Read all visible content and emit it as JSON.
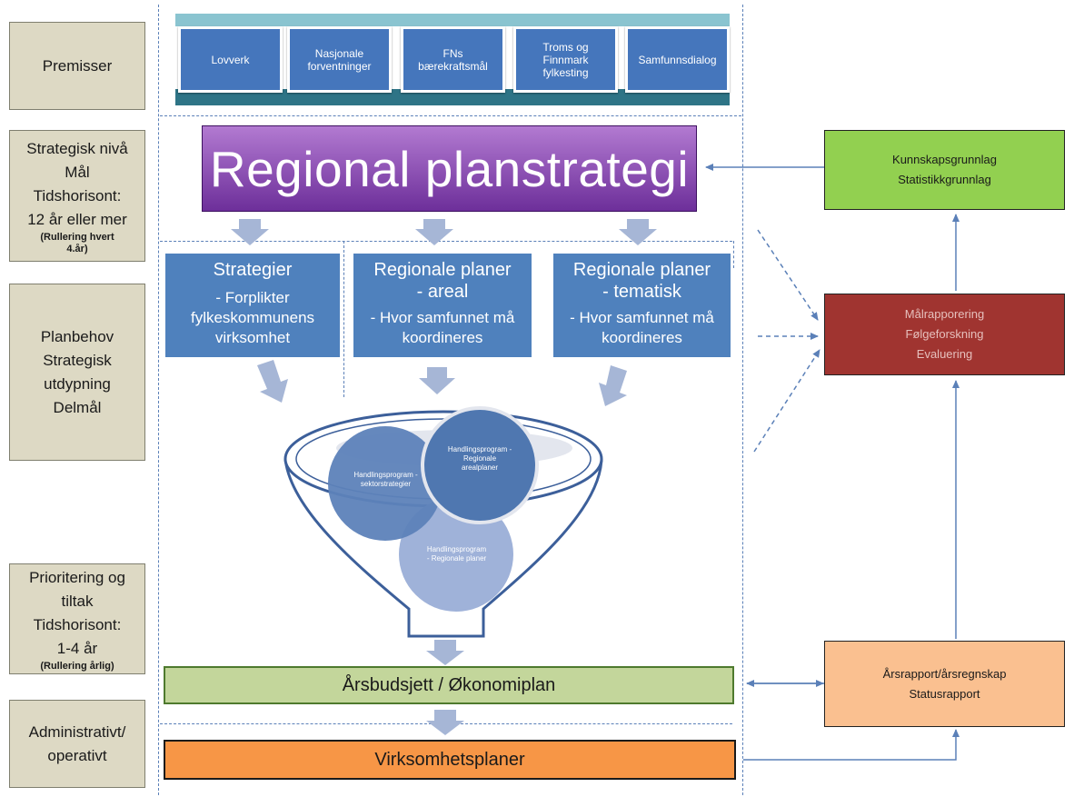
{
  "left_labels": {
    "premisser": "Premisser",
    "strategisk": {
      "lines": [
        "Strategisk nivå",
        "Mål",
        "Tidshorisont:",
        "12 år eller mer"
      ],
      "note": [
        "(Rullering hvert",
        "4.år)"
      ]
    },
    "planbehov": [
      "Planbehov",
      "Strategisk",
      "utdypning",
      "Delmål"
    ],
    "prioritering": {
      "lines": [
        "Prioritering og",
        "tiltak",
        "Tidshorisont:",
        "1-4 år"
      ],
      "note": "(Rullering årlig)"
    },
    "administrativt": [
      "Administrativt/",
      "operativt"
    ]
  },
  "premisser_boxes": [
    [
      "Lovverk"
    ],
    [
      "Nasjonale",
      "forventninger"
    ],
    [
      "FNs",
      "bærekraftsmål"
    ],
    [
      "Troms og",
      "Finnmark",
      "fylkesting"
    ],
    [
      "Samfunnsdialog"
    ]
  ],
  "regional_planstrategi": "Regional planstrategi",
  "blue_boxes": [
    {
      "title": [
        "Strategier"
      ],
      "sub": [
        "- Forplikter",
        "fylkeskommunens",
        "virksomhet"
      ]
    },
    {
      "title": [
        "Regionale planer",
        "- areal"
      ],
      "sub": [
        "- Hvor samfunnet må",
        "koordineres"
      ]
    },
    {
      "title": [
        "Regionale planer",
        "- tematisk"
      ],
      "sub": [
        "- Hvor samfunnet må",
        "koordineres"
      ]
    }
  ],
  "funnel_circles": {
    "left": [
      "Handlingsprogram -",
      "sektorstrategier"
    ],
    "right": [
      "Handlingsprogram -",
      "Regionale",
      "arealplaner"
    ],
    "bottom": [
      "Handlingsprogram",
      "- Regionale planer"
    ]
  },
  "arsbudsjett": "Årsbudsjett / Økonomiplan",
  "virksomhetsplaner": "Virksomhetsplaner",
  "right_boxes": {
    "kunnskap": [
      "Kunnskapsgrunnlag",
      "Statistikkgrunnlag"
    ],
    "malrapportering": [
      "Målrapporering",
      "Følgeforskning",
      "Evaluering"
    ],
    "arsrapport": [
      "Årsrapport/årsregnskap",
      "Statusrapport"
    ]
  },
  "colors": {
    "side_label": "#ddd9c4",
    "premiss_box": "#4576bc",
    "planstrategi": "#7a3ba5",
    "blue_box": "#4f81bd",
    "arsbudsjett": "#c3d69b",
    "virksomhetsplaner": "#f79646",
    "kunnskap": "#92d050",
    "malrapportering": "#a03430",
    "arsrapport": "#fac090",
    "connector": "#5b80b8"
  }
}
